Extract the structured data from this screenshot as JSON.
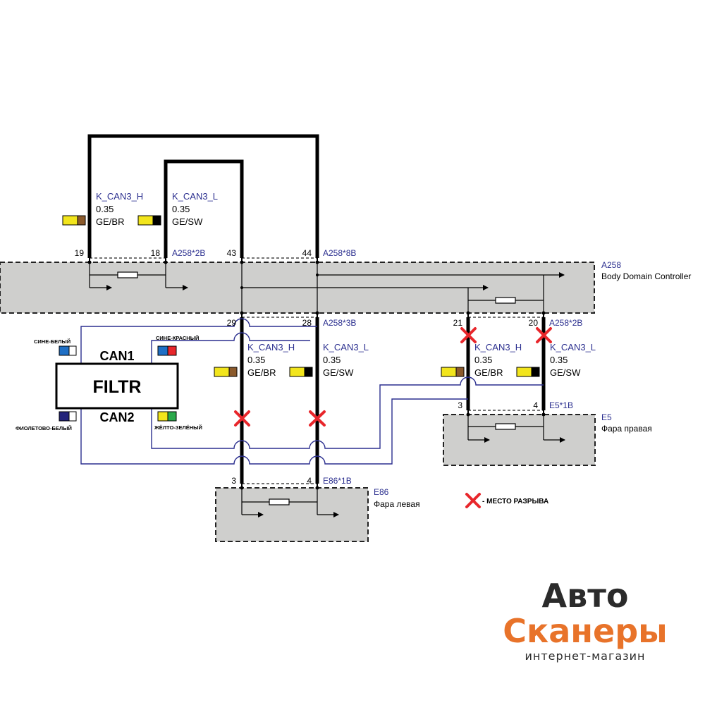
{
  "modules": {
    "a258": {
      "id": "A258",
      "name": "Body Domain Controller"
    },
    "e86": {
      "id": "E86",
      "name": "Фара левая"
    },
    "e5": {
      "id": "E5",
      "name": "Фара правая"
    }
  },
  "connectors": {
    "a258_2b_top": "A258*2B",
    "a258_8b": "A258*8B",
    "a258_3b": "A258*3B",
    "a258_2b_right": "A258*2B",
    "e86_1b": "E86*1B",
    "e5_1b": "E5*1B"
  },
  "pins": {
    "p19": "19",
    "p18": "18",
    "p43": "43",
    "p44": "44",
    "p29": "29",
    "p28": "28",
    "p21": "21",
    "p20": "20",
    "e86_3": "3",
    "e86_4": "4",
    "e5_3": "3",
    "e5_4": "4"
  },
  "wires": {
    "top_h": {
      "name": "K_CAN3_H",
      "size": "0.35",
      "color": "GE/BR"
    },
    "top_l": {
      "name": "K_CAN3_L",
      "size": "0.35",
      "color": "GE/SW"
    },
    "left_h": {
      "name": "K_CAN3_H",
      "size": "0.35",
      "color": "GE/BR"
    },
    "left_l": {
      "name": "K_CAN3_L",
      "size": "0.35",
      "color": "GE/SW"
    },
    "right_h": {
      "name": "K_CAN3_H",
      "size": "0.35",
      "color": "GE/BR"
    },
    "right_l": {
      "name": "K_CAN3_L",
      "size": "0.35",
      "color": "GE/SW"
    }
  },
  "filter": {
    "title": "FILTR",
    "can1": "CAN1",
    "can2": "CAN2",
    "wire_labels": {
      "blue_white": "СИНЕ-БЕЛЫЙ",
      "blue_red": "СИНЕ-КРАСНЫЙ",
      "violet_white": "ФИОЛЕТОВО-БЕЛЫЙ",
      "yellow_green": "ЖЁЛТО-ЗЕЛЁНЫЙ"
    }
  },
  "legend": {
    "break_label": "- МЕСТО РАЗРЫВА"
  },
  "brand": {
    "line1": "Авто",
    "line2": "Сканеры",
    "line3": "интернет-магазин"
  },
  "colors": {
    "module_fill": "#cfcfcd",
    "wire": "#000000",
    "filter_wire": "#2b2f8f",
    "break_mark": "#e8262b",
    "brand_accent": "#e8732a",
    "yellow": "#f2e51c",
    "brown": "#8b5a2b",
    "black": "#000000",
    "blue": "#1f6fc5",
    "red": "#e8262b",
    "white": "#ffffff",
    "violet": "#23237a",
    "green": "#2aa84a"
  }
}
